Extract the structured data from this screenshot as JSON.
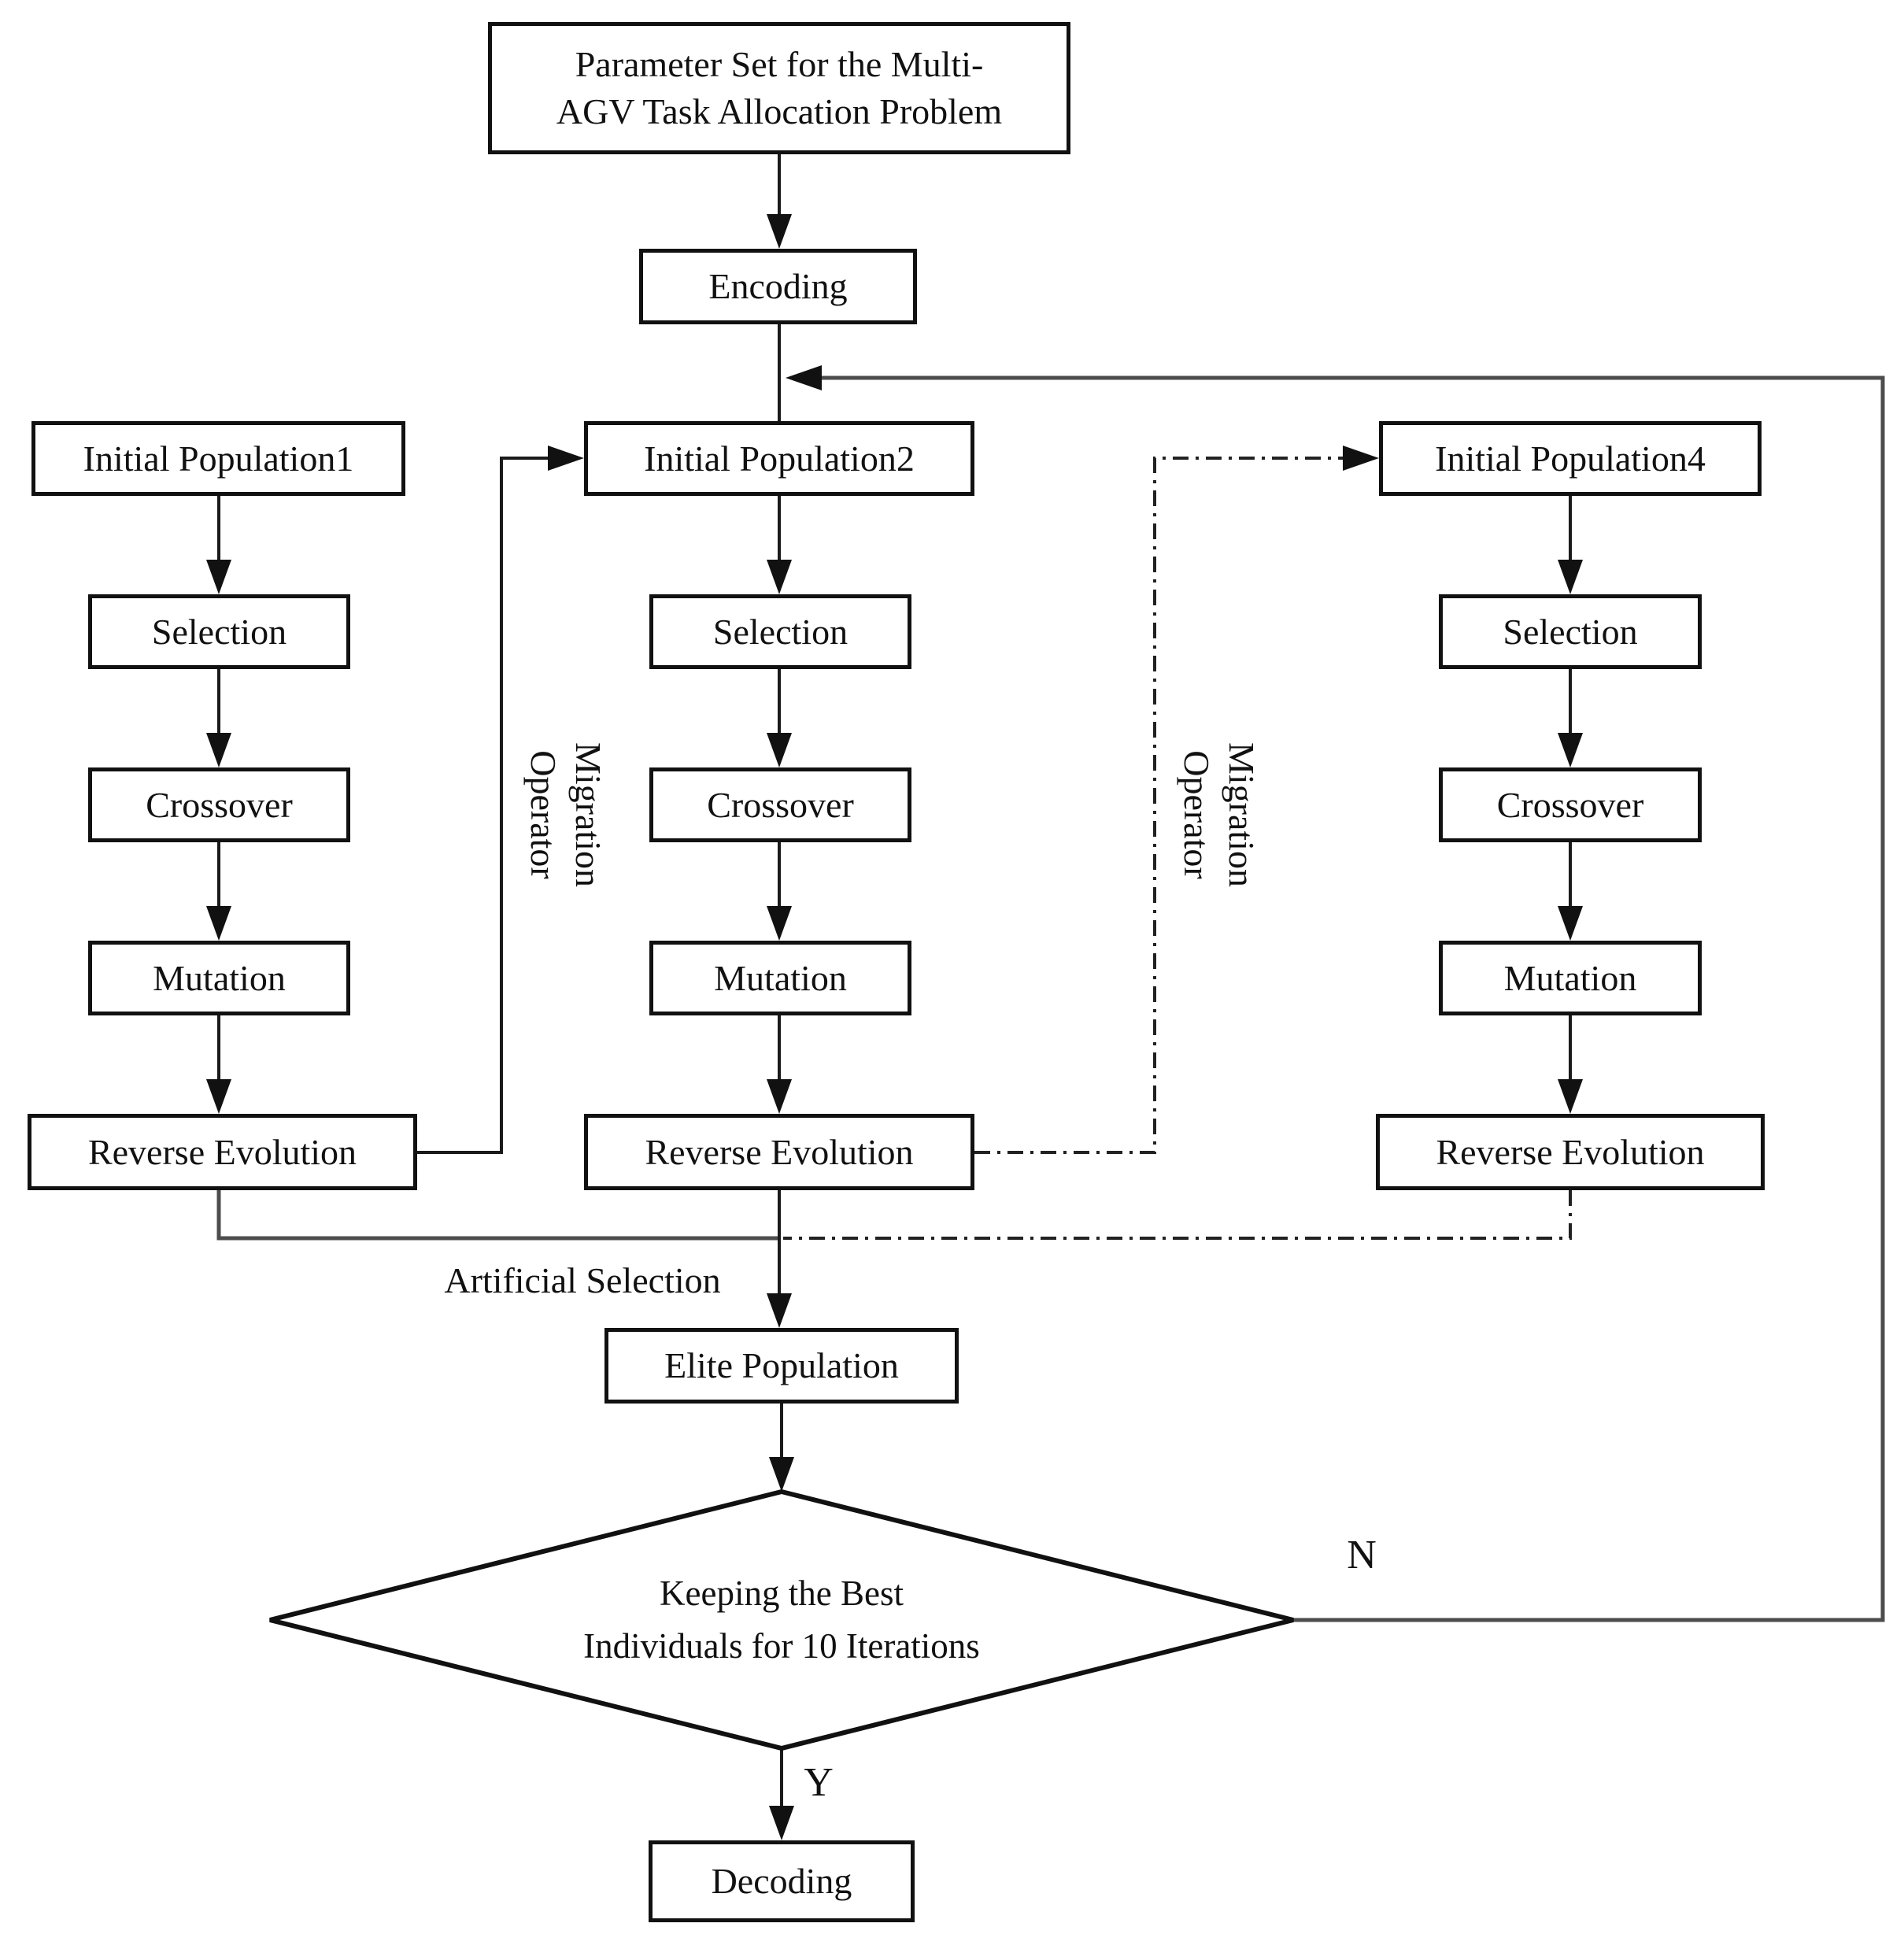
{
  "colors": {
    "box_stroke": "#111111",
    "arrow_fill": "#111111",
    "line_stroke": "#1a1a1a",
    "loop_line_stroke": "#4d4d4d",
    "dashdot_stroke": "#222222",
    "background": "#ffffff"
  },
  "nodes": {
    "parameter_set": {
      "label": "Parameter Set for the Multi-AGV Task Allocation Problem",
      "line1": "Parameter Set for the Multi-",
      "line2": "AGV Task Allocation Problem"
    },
    "encoding": {
      "label": "Encoding"
    },
    "elite_population": {
      "label": "Elite Population"
    },
    "decision": {
      "label": "Keeping the Best Individuals for 10 Iterations",
      "line1": "Keeping the Best",
      "line2": "Individuals for 10 Iterations"
    },
    "decoding": {
      "label": "Decoding"
    }
  },
  "columns": [
    {
      "initial_population": "Initial Population1",
      "steps": [
        "Selection",
        "Crossover",
        "Mutation",
        "Reverse Evolution"
      ]
    },
    {
      "initial_population": "Initial Population2",
      "steps": [
        "Selection",
        "Crossover",
        "Mutation",
        "Reverse Evolution"
      ]
    },
    {
      "initial_population": "Initial Population4",
      "steps": [
        "Selection",
        "Crossover",
        "Mutation",
        "Reverse Evolution"
      ]
    }
  ],
  "edge_labels": {
    "migration_operator": {
      "line1": "Migration",
      "line2": "Operator"
    },
    "artificial_selection": "Artificial Selection",
    "no": "N",
    "yes": "Y"
  }
}
